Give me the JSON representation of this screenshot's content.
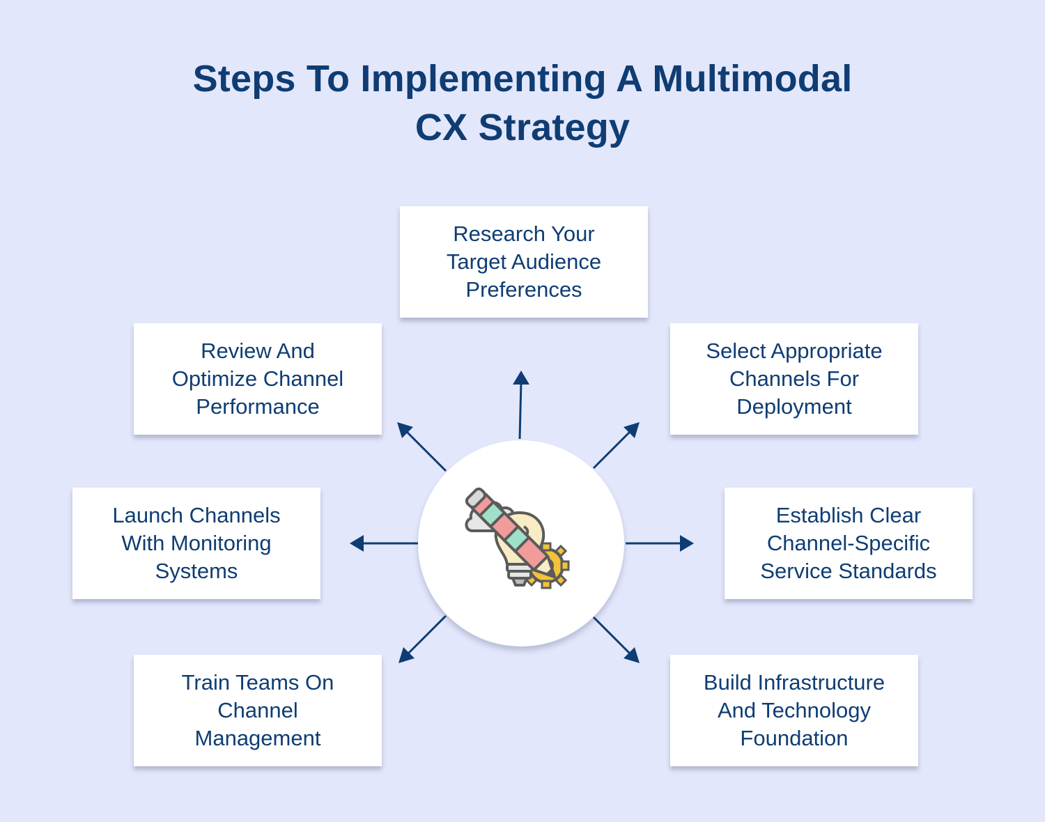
{
  "title": {
    "line1": "Steps To Implementing A Multimodal",
    "line2": "CX Strategy"
  },
  "hub": {
    "icon": "idea-pencil-gear-icon"
  },
  "steps": {
    "research": "Research Your\nTarget Audience\nPreferences",
    "select": "Select Appropriate\nChannels For\nDeployment",
    "establish": "Establish Clear\nChannel-Specific\nService Standards",
    "build": "Build Infrastructure\nAnd Technology\nFoundation",
    "train": "Train Teams On\nChannel\nManagement",
    "launch": "Launch Channels\nWith Monitoring\nSystems",
    "review": "Review And\nOptimize Channel\nPerformance"
  },
  "colors": {
    "background": "#e3e7fb",
    "text": "#0f3d73",
    "arrow": "#0f3d73",
    "box": "#ffffff"
  }
}
